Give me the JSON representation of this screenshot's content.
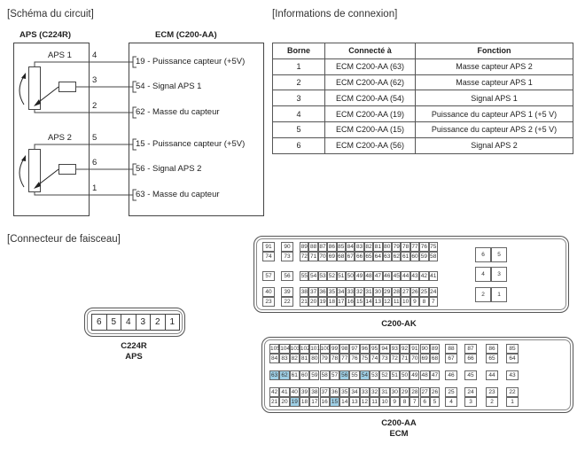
{
  "schematic": {
    "title": "[Schéma du circuit]",
    "left_box_title": "APS (C224R)",
    "right_box_title": "ECM (C200-AA)",
    "sensors": [
      {
        "name": "APS 1",
        "pins": [
          "4",
          "3",
          "2"
        ]
      },
      {
        "name": "APS 2",
        "pins": [
          "5",
          "6",
          "1"
        ]
      }
    ],
    "ecm_pins": [
      "19 - Puissance capteur (+5V)",
      "54 - Signal APS 1",
      "62 - Masse du capteur",
      "15 - Puissance capteur (+5V)",
      "56 - Signal APS 2",
      "63 - Masse du capteur"
    ]
  },
  "connection_info": {
    "title": "[Informations de connexion]",
    "headers": [
      "Borne",
      "Connecté à",
      "Fonction"
    ],
    "rows": [
      [
        "1",
        "ECM C200-AA (63)",
        "Masse capteur APS 2"
      ],
      [
        "2",
        "ECM C200-AA (62)",
        "Masse capteur APS 1"
      ],
      [
        "3",
        "ECM C200-AA (54)",
        "Signal APS 1"
      ],
      [
        "4",
        "ECM C200-AA (19)",
        "Puissance du capteur APS 1 (+5 V)"
      ],
      [
        "5",
        "ECM C200-AA (15)",
        "Puissance du capteur APS 2 (+5 V)"
      ],
      [
        "6",
        "ECM C200-AA (56)",
        "Signal APS 2"
      ]
    ]
  },
  "harness": {
    "title": "[Connecteur de faisceau]",
    "c224r": {
      "pins": [
        "6",
        "5",
        "4",
        "3",
        "2",
        "1"
      ],
      "label1": "C224R",
      "label2": "APS"
    },
    "c200ak": {
      "label": "C200-AK",
      "rows": [
        [
          [
            "91"
          ],
          [
            "90"
          ],
          [
            "89",
            "88",
            "87",
            "86",
            "85",
            "84",
            "83",
            "82",
            "81",
            "80",
            "79",
            "78",
            "77",
            "76",
            "75"
          ]
        ],
        [
          [
            "74"
          ],
          [
            "73"
          ],
          [
            "72",
            "71",
            "70",
            "69",
            "68",
            "67",
            "66",
            "65",
            "64",
            "63",
            "62",
            "61",
            "60",
            "59",
            "58"
          ]
        ],
        [
          [
            "57"
          ],
          [
            "56"
          ],
          [
            "55",
            "54",
            "53",
            "52",
            "51",
            "50",
            "49",
            "48",
            "47",
            "46",
            "45",
            "44",
            "43",
            "42",
            "41"
          ]
        ],
        [
          [
            "40"
          ],
          [
            "39"
          ],
          [
            "38",
            "37",
            "36",
            "35",
            "34",
            "33",
            "32",
            "31",
            "30",
            "29",
            "28",
            "27",
            "26",
            "25",
            "24"
          ]
        ],
        [
          [
            "23"
          ],
          [
            "22"
          ],
          [
            "21",
            "20",
            "19",
            "18",
            "17",
            "16",
            "15",
            "14",
            "13",
            "12",
            "11",
            "10",
            "9",
            "8",
            "7"
          ]
        ]
      ],
      "power_pins": [
        [
          "6",
          "5"
        ],
        [
          "4",
          "3"
        ],
        [
          "2",
          "1"
        ]
      ]
    },
    "c200aa": {
      "label1": "C200-AA",
      "label2": "ECM",
      "rows": [
        [
          [
            "105",
            "104",
            "103",
            "102",
            "101",
            "100",
            "99",
            "98",
            "97",
            "96",
            "95",
            "94",
            "93",
            "92",
            "91",
            "90",
            "89"
          ],
          [
            "88"
          ],
          [
            "87"
          ],
          [
            "86"
          ],
          [
            "85"
          ]
        ],
        [
          [
            "84",
            "83",
            "82",
            "81",
            "80",
            "79",
            "78",
            "77",
            "76",
            "75",
            "74",
            "73",
            "72",
            "71",
            "70",
            "69",
            "68"
          ],
          [
            "67"
          ],
          [
            "66"
          ],
          [
            "65"
          ],
          [
            "64"
          ]
        ],
        [
          [
            "63",
            "62",
            "61",
            "60",
            "59",
            "58",
            "57",
            "56",
            "55",
            "54",
            "53",
            "52",
            "51",
            "50",
            "49",
            "48",
            "47"
          ],
          [
            "46"
          ],
          [
            "45"
          ],
          [
            "44"
          ],
          [
            "43"
          ]
        ],
        [
          [
            "42",
            "41",
            "40",
            "39",
            "38",
            "37",
            "36",
            "35",
            "34",
            "33",
            "32",
            "31",
            "30",
            "29",
            "28",
            "27",
            "26"
          ],
          [
            "25"
          ],
          [
            "24"
          ],
          [
            "23"
          ],
          [
            "22"
          ]
        ],
        [
          [
            "21",
            "20",
            "19",
            "18",
            "17",
            "16",
            "15",
            "14",
            "13",
            "12",
            "11",
            "10",
            "9",
            "8",
            "7",
            "6",
            "5"
          ],
          [
            "4"
          ],
          [
            "3"
          ],
          [
            "2"
          ],
          [
            "1"
          ]
        ]
      ],
      "highlighted": [
        "63",
        "62",
        "56",
        "54",
        "19",
        "15"
      ],
      "highlight_color": "#9fd0e6"
    }
  }
}
